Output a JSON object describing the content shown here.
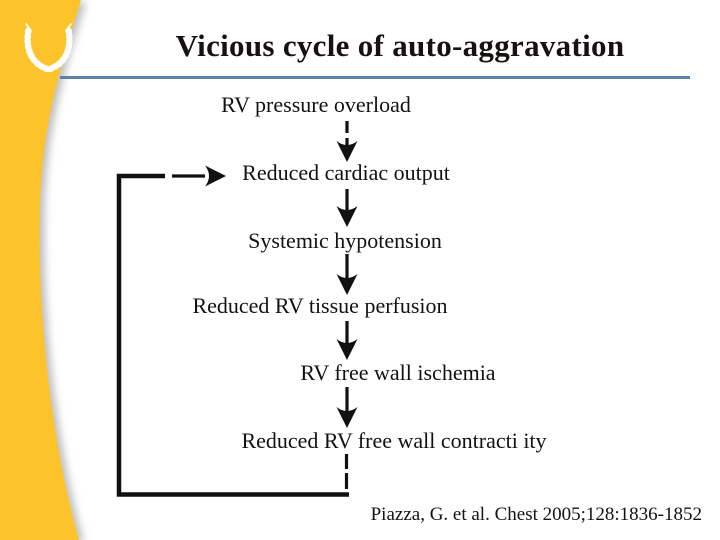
{
  "slide": {
    "title": "Vicious cycle of auto-aggravation",
    "citation": "Piazza, G. et al. Chest 2005;128:1836-1852"
  },
  "sidebar": {
    "logo_icon": "laurel-wreath-icon",
    "background_color": "#FCC32B",
    "logo_color": "#FFFFFF"
  },
  "divider": {
    "color": "#5E81A8"
  },
  "colors": {
    "title_text": "#171210",
    "diagram_ink": "#141211",
    "background": "#FFFFFF"
  },
  "diagram": {
    "type": "flowchart",
    "nodes": [
      {
        "label": "RV pressure overload"
      },
      {
        "label": "Reduced cardiac output"
      },
      {
        "label": "Systemic hypotension"
      },
      {
        "label": "Reduced RV tissue perfusion"
      },
      {
        "label": "RV free wall ischemia"
      },
      {
        "label": "Reduced RV free wall contracti ity"
      }
    ],
    "edges": [
      {
        "from": "RV pressure overload",
        "to": "Reduced cardiac output",
        "style": "dashed-arrow"
      },
      {
        "from": "Reduced cardiac output",
        "to": "Systemic hypotension",
        "style": "solid-arrow"
      },
      {
        "from": "Systemic hypotension",
        "to": "Reduced RV tissue perfusion",
        "style": "solid-arrow"
      },
      {
        "from": "Reduced RV tissue perfusion",
        "to": "RV free wall ischemia",
        "style": "solid-arrow"
      },
      {
        "from": "RV free wall ischemia",
        "to": "Reduced RV free wall contracti ity",
        "style": "solid-arrow"
      },
      {
        "from": "Reduced RV free wall contracti ity",
        "to": "Reduced cardiac output",
        "style": "feedback-loop-dashed"
      }
    ]
  }
}
